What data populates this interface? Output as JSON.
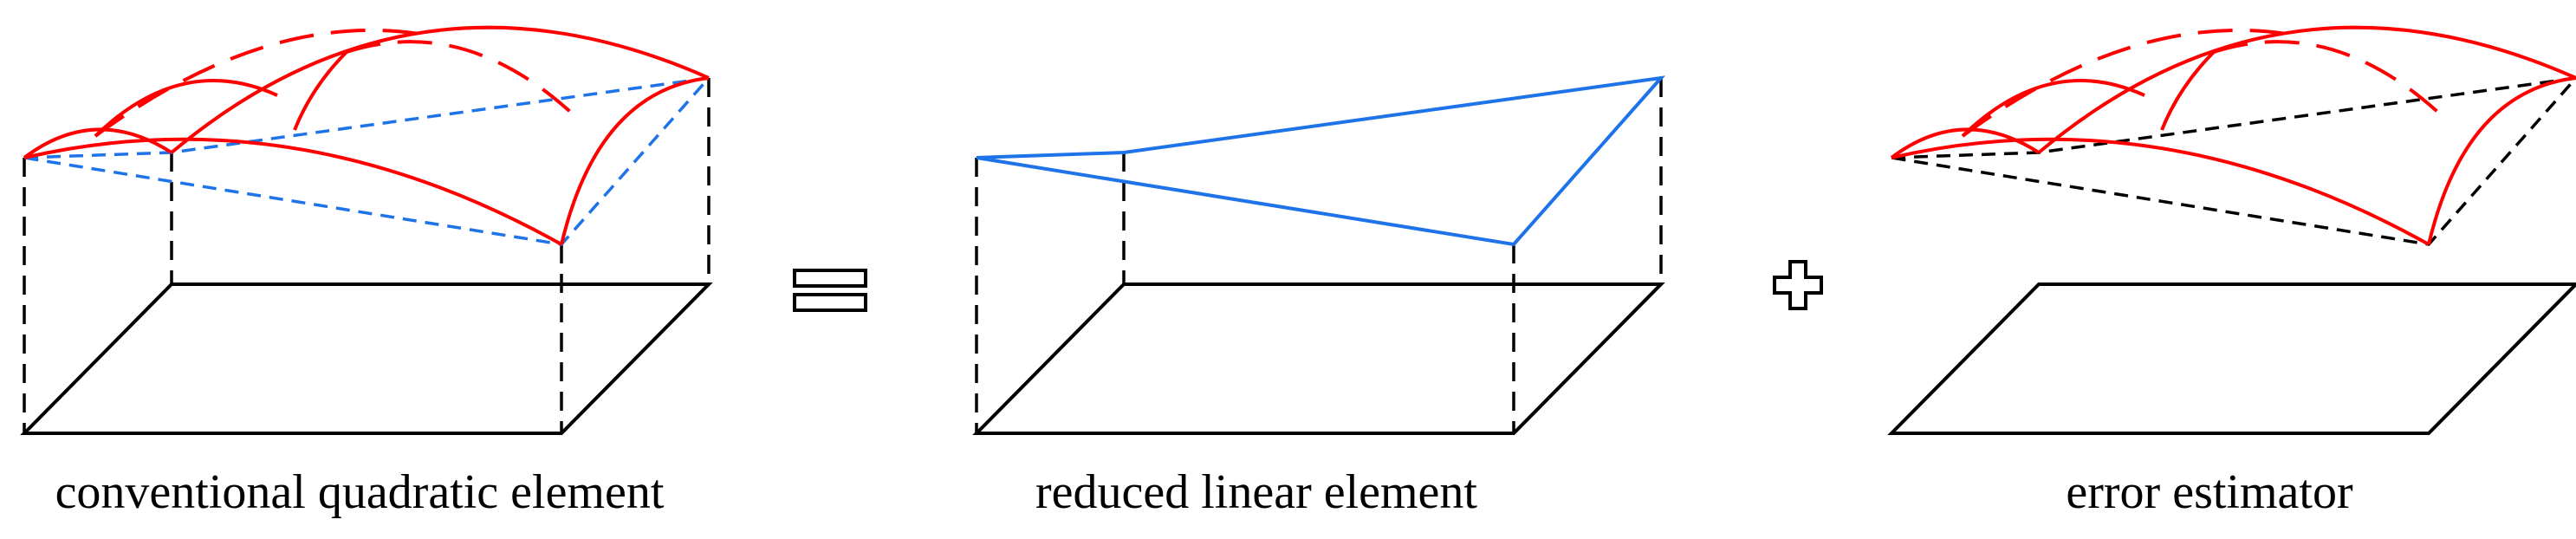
{
  "captions": {
    "quadratic": "conventional quadratic element",
    "linear": "reduced linear element",
    "error": "error estimator"
  },
  "operators": {
    "equals": "equals-sign",
    "plus": "plus-sign"
  },
  "colors": {
    "quadratic_curves": "#ff0000",
    "linear_element": "#1e73e8",
    "box_lines": "#000000"
  }
}
